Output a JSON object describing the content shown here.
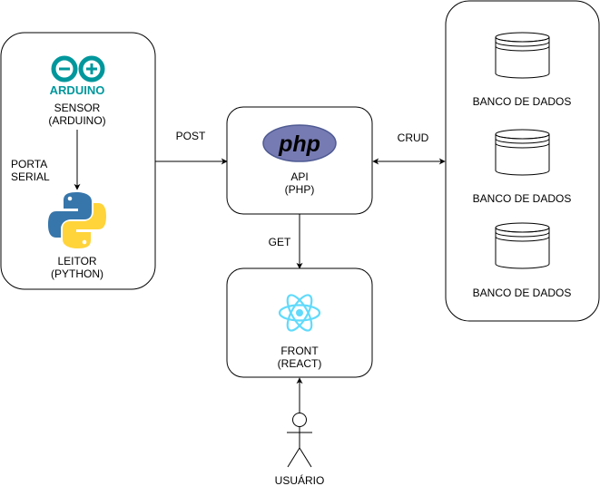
{
  "sensor": {
    "logo_text": "ARDUINO",
    "line1": "SENSOR",
    "line2": "(ARDUINO)"
  },
  "reader": {
    "line1": "LEITOR",
    "line2": "(PYTHON)"
  },
  "serial_label": {
    "line1": "PORTA",
    "line2": "SERIAL"
  },
  "api": {
    "logo_text": "php",
    "line1": "API",
    "line2": "(PHP)"
  },
  "front": {
    "line1": "FRONT",
    "line2": "(REACT)"
  },
  "databases": [
    {
      "label": "BANCO DE DADOS"
    },
    {
      "label": "BANCO DE DADOS"
    },
    {
      "label": "BANCO DE DADOS"
    }
  ],
  "edges": {
    "post": "POST",
    "crud": "CRUD",
    "get": "GET"
  },
  "actor": {
    "label": "USUÁRIO"
  },
  "colors": {
    "arduino": "#00979c",
    "php": "#777bb3",
    "react": "#61dafb",
    "python_blue": "#3776ab",
    "python_yellow": "#ffd43b"
  }
}
